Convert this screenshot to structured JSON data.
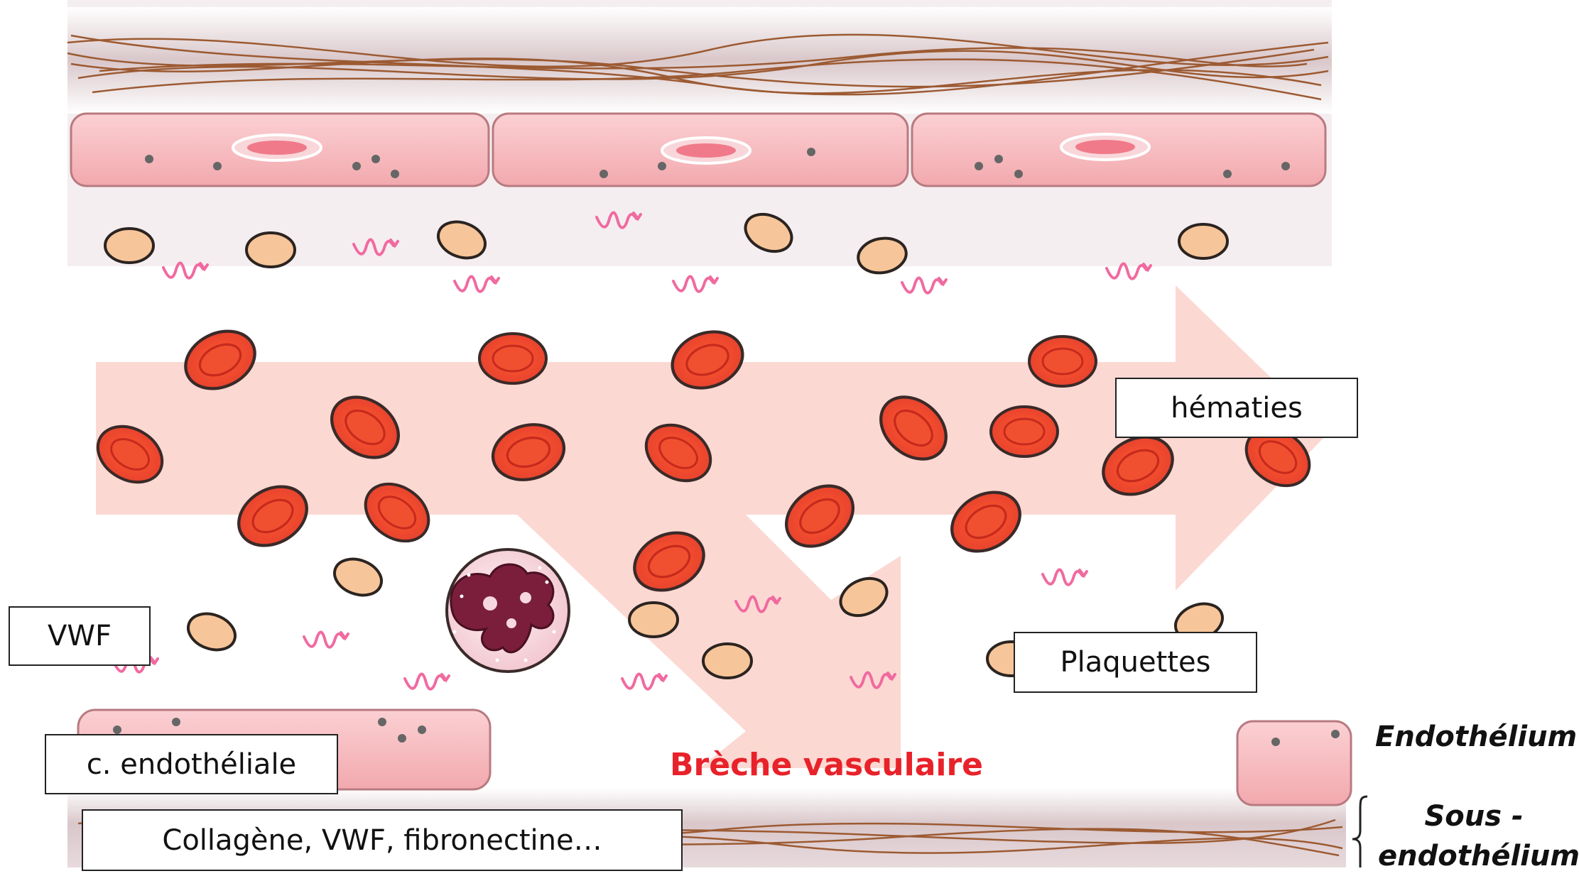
{
  "labels": {
    "hematies": "hématies",
    "vwf": "VWF",
    "plaquettes": "Plaquettes",
    "endothelial_cell": "c. endothéliale",
    "subendothelium_contents": "Collagène, VWF,  fibronectine…",
    "breach": "Brèche vasculaire",
    "endothelium": "Endothélium",
    "subendothelium_line1": "Sous -",
    "subendothelium_line2": "endothélium"
  },
  "colors": {
    "breach_text": "#e8222a",
    "endothelial_cell_fill": "#f5b3b8",
    "red_blood_cell_fill": "#e8432f",
    "platelet_fill": "#f7c59a",
    "flow_arrow": "#fcd8d2",
    "vwf_squiggle": "#f06aa0",
    "collagen_fiber": "#9c5a32",
    "vessel_wall_band": "#d8c5c8"
  },
  "icons": {
    "red_blood_cell": "red-blood-cell-icon",
    "platelet": "platelet-icon",
    "leukocyte": "leukocyte-icon",
    "vwf": "vwf-squiggle-icon",
    "endothelial_cell": "endothelial-cell-icon",
    "flow_arrow": "blood-flow-arrow-icon"
  }
}
